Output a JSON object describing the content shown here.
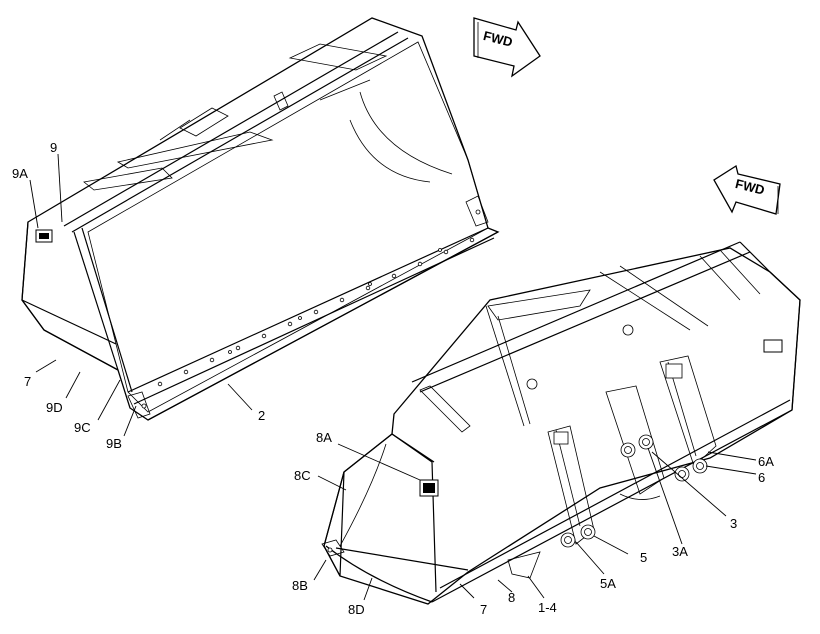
{
  "arrows": {
    "top": "FWD",
    "right": "FWD"
  },
  "labels": {
    "l9": "9",
    "l9A": "9A",
    "l7_left": "7",
    "l9D": "9D",
    "l9C": "9C",
    "l9B": "9B",
    "l2": "2",
    "l8A": "8A",
    "l8C": "8C",
    "l8B": "8B",
    "l8D": "8D",
    "l7_right": "7",
    "l8": "8",
    "l1_4": "1-4",
    "l5A": "5A",
    "l5": "5",
    "l3A": "3A",
    "l3": "3",
    "l6A": "6A",
    "l6": "6"
  }
}
